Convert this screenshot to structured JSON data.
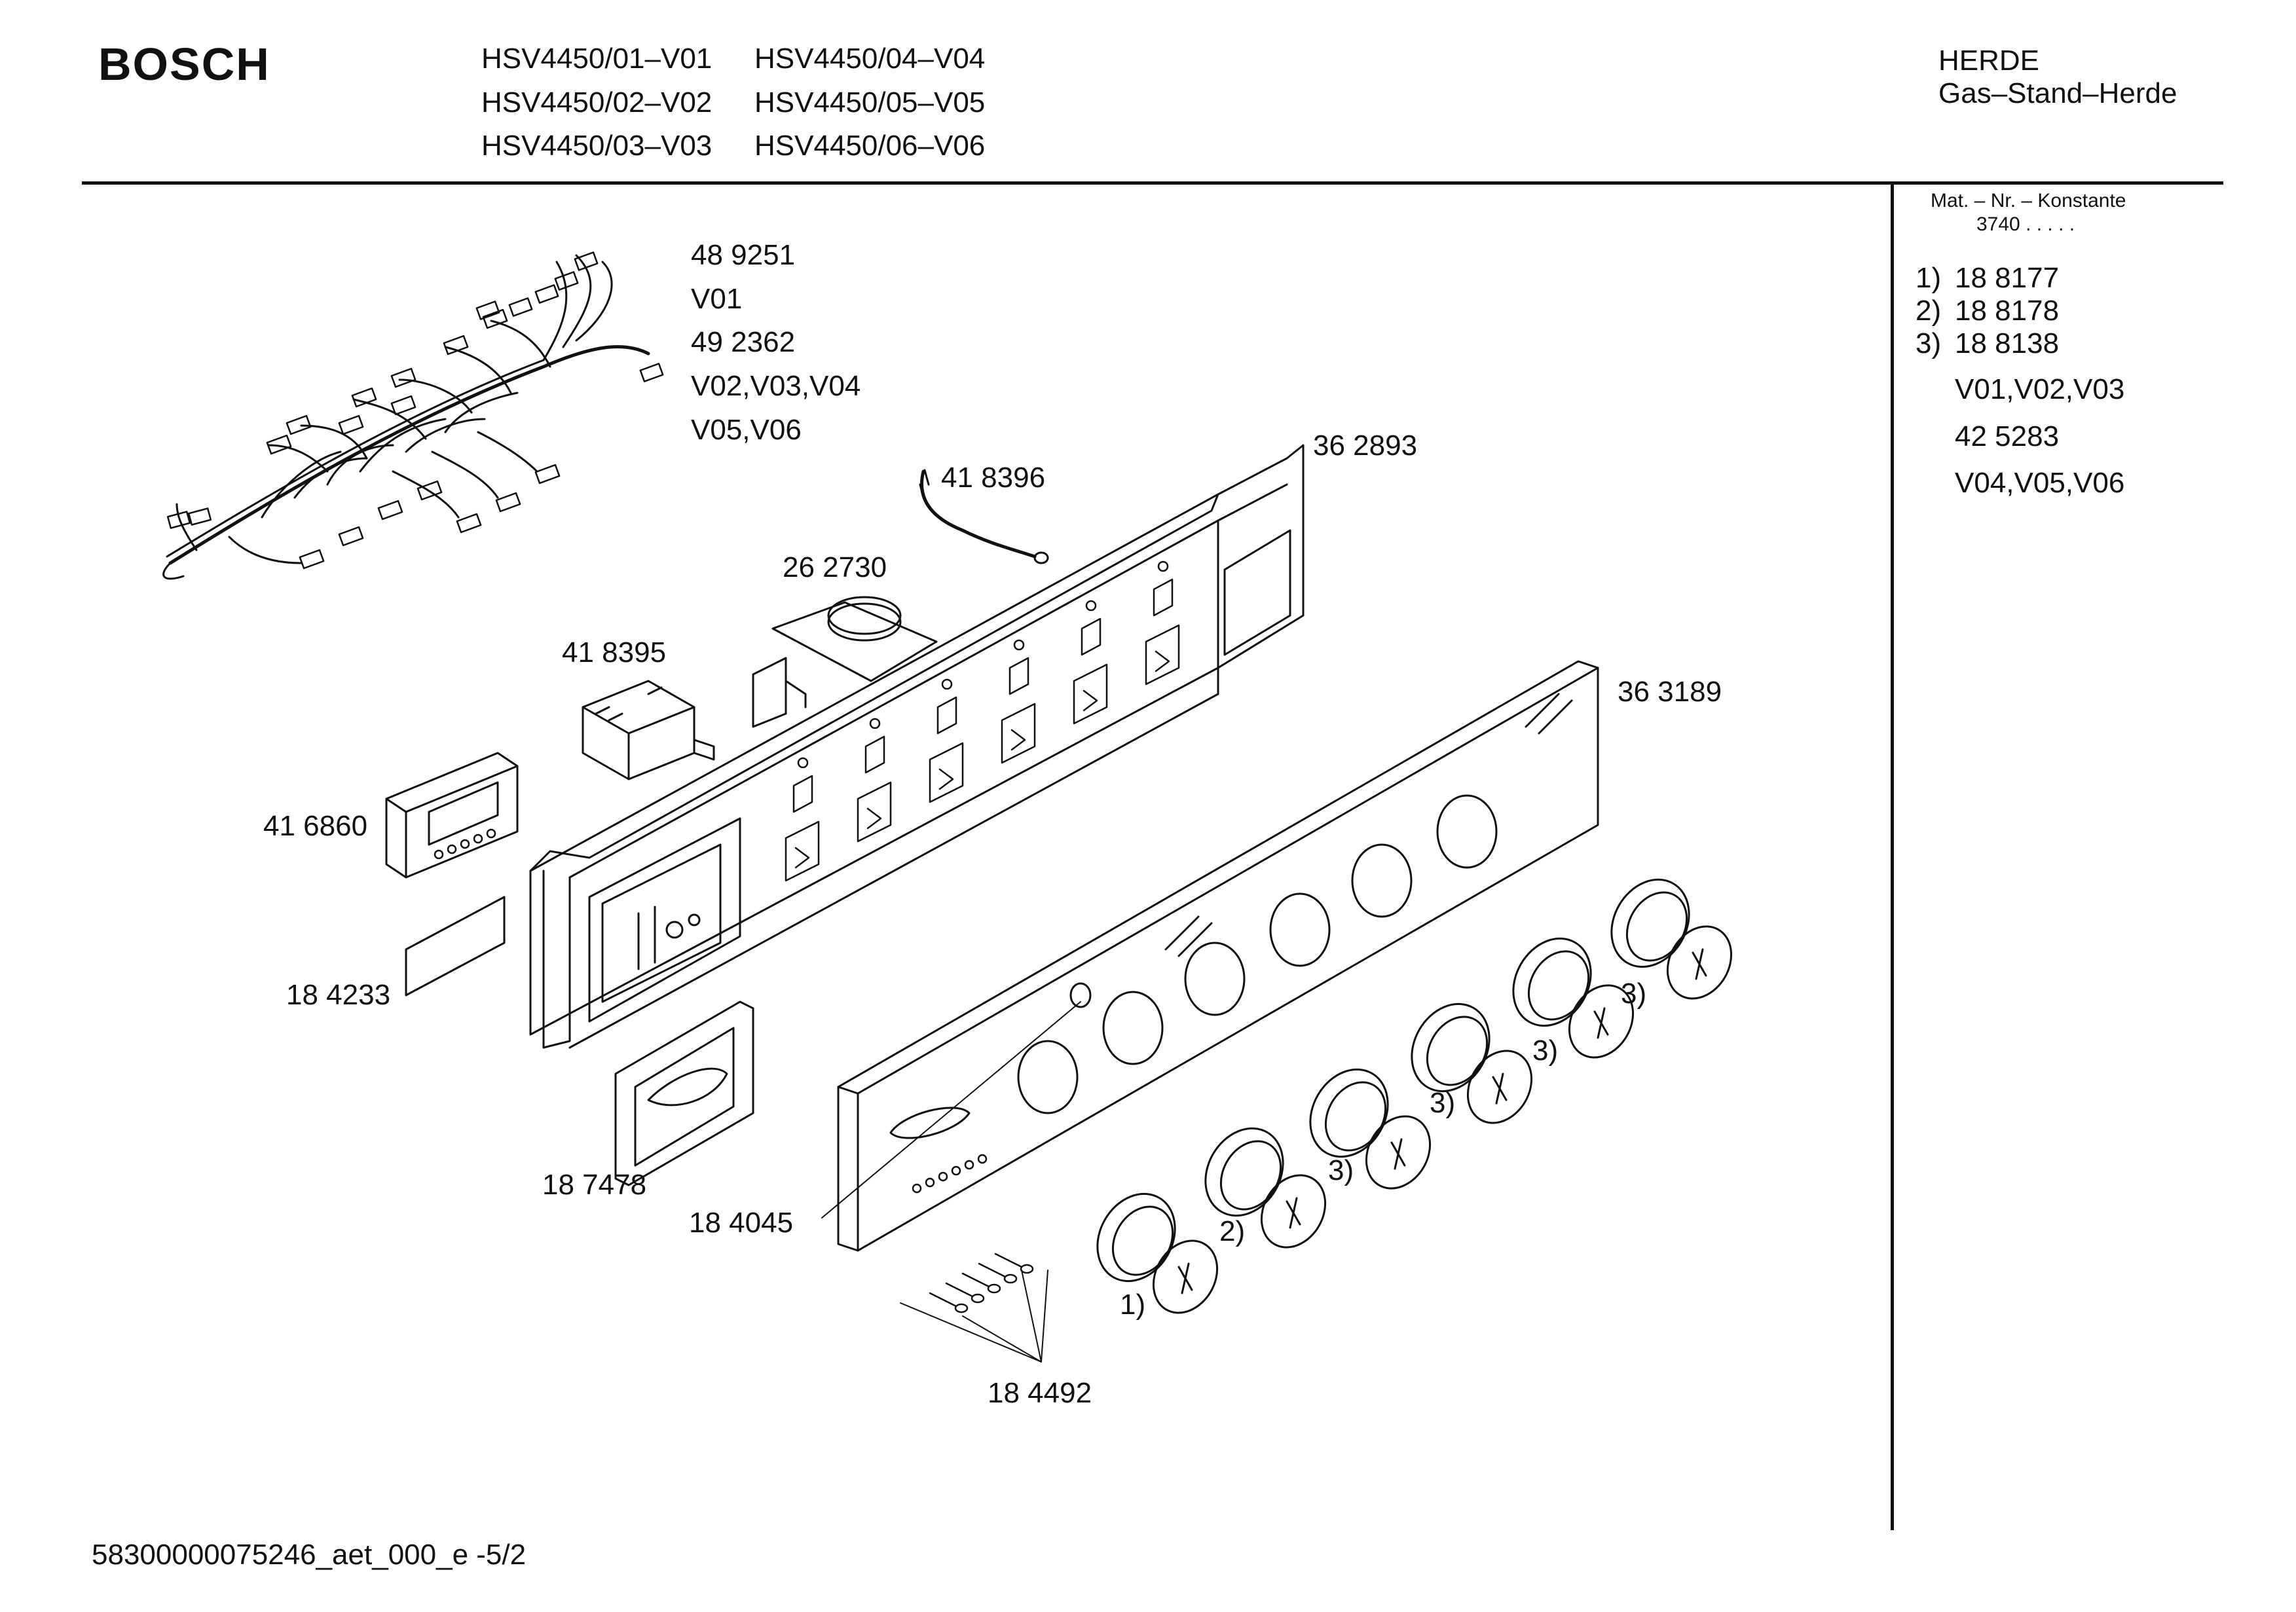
{
  "header": {
    "brand": "BOSCH",
    "models": [
      "HSV4450/01–V01",
      "HSV4450/02–V02",
      "HSV4450/03–V03",
      "HSV4450/04–V04",
      "HSV4450/05–V05",
      "HSV4450/06–V06"
    ],
    "title": "HERDE",
    "subtitle": "Gas–Stand–Herde"
  },
  "sidebar": {
    "heading": "Mat. – Nr. – Konstante",
    "constant": "3740  .  .  .  .  .",
    "variants": [
      {
        "marker": "1)",
        "part": "18 8177"
      },
      {
        "marker": "2)",
        "part": "18 8178"
      },
      {
        "marker": "3)",
        "part": "18 8138"
      }
    ],
    "versions_a": "V01,V02,V03",
    "part_alt": "42 5283",
    "versions_b": "V04,V05,V06"
  },
  "labels": {
    "p489251": "48 9251",
    "v01": "V01",
    "p492362": "49 2362",
    "v02_04": "V02,V03,V04",
    "v05_06": "V05,V06",
    "p418396": "41 8396",
    "p362893": "36 2893",
    "p262730": "26 2730",
    "p418395": "41 8395",
    "p363189": "36 3189",
    "p416860": "41 6860",
    "p184233": "18 4233",
    "p187478": "18 7478",
    "p184045": "18 4045",
    "p184492": "18 4492",
    "k1": "1)",
    "k2": "2)",
    "k3a": "3)",
    "k3b": "3)",
    "k3c": "3)",
    "k3d": "3)"
  },
  "footer": {
    "code": "58300000075246_aet_000_e -5/2"
  }
}
